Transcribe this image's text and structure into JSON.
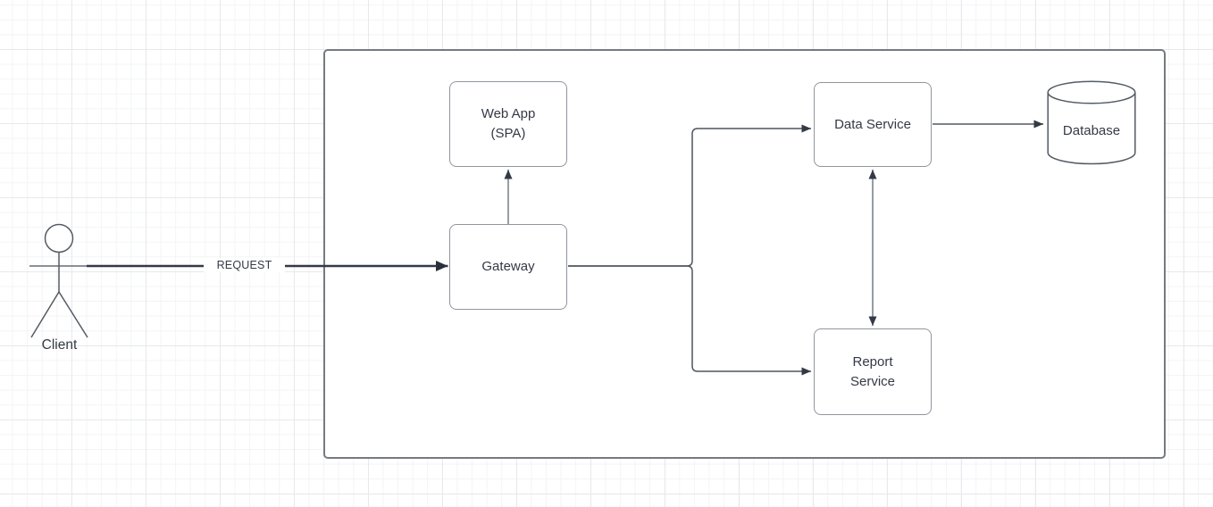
{
  "diagram": {
    "actor": {
      "label": "Client"
    },
    "nodes": [
      {
        "id": "web-app",
        "label": "Web App\n(SPA)",
        "shape": "rounded-rect"
      },
      {
        "id": "gateway",
        "label": "Gateway",
        "shape": "rounded-rect"
      },
      {
        "id": "data-service",
        "label": "Data Service",
        "shape": "rounded-rect"
      },
      {
        "id": "report-service",
        "label": "Report\nService",
        "shape": "rounded-rect"
      },
      {
        "id": "database",
        "label": "Database",
        "shape": "cylinder"
      }
    ],
    "edges": [
      {
        "from": "client",
        "to": "gateway",
        "label": "REQUEST",
        "arrow": "end"
      },
      {
        "from": "gateway",
        "to": "web-app",
        "arrow": "end"
      },
      {
        "from": "gateway",
        "to": "data-service",
        "arrow": "end"
      },
      {
        "from": "gateway",
        "to": "report-service",
        "arrow": "end"
      },
      {
        "from": "data-service",
        "to": "report-service",
        "arrow": "both"
      },
      {
        "from": "data-service",
        "to": "database",
        "arrow": "end"
      }
    ],
    "colors": {
      "canvas_background": "#ffffff",
      "grid_minor": "#f3f4f6",
      "grid_major": "#e7e9eb",
      "node_fill": "#ffffff",
      "node_border": "#90959d",
      "boundary_border": "#767a80",
      "connector_dark": "#39404c",
      "connector_gray": "#777c84",
      "arrowhead": "#2f3640",
      "text": "#333945"
    }
  }
}
